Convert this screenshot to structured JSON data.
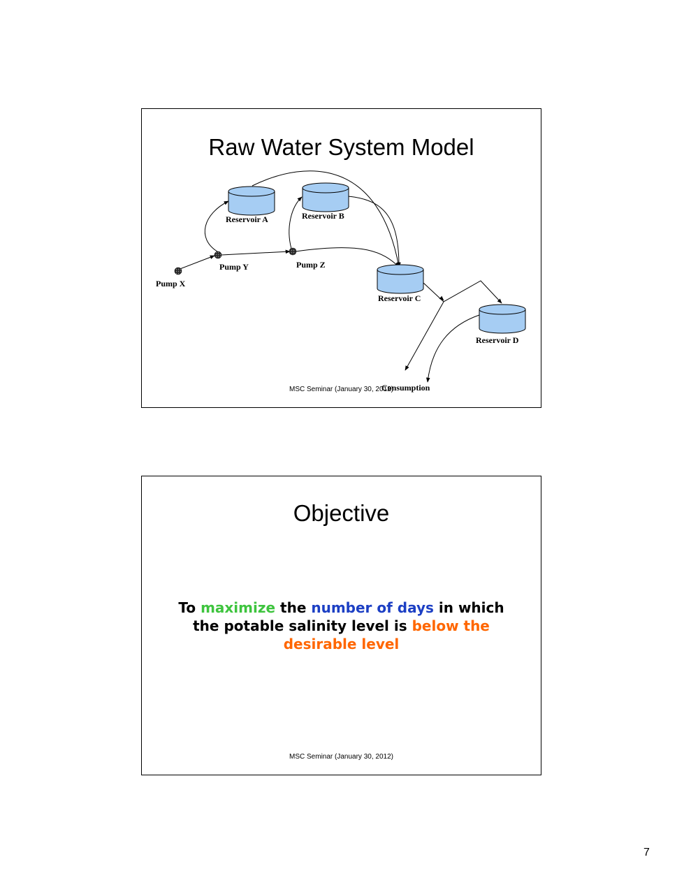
{
  "slide1": {
    "title": "Raw Water System Model",
    "footer": "MSC Seminar (January 30, 2012)",
    "diagram": {
      "pumps": [
        "Pump X",
        "Pump Y",
        "Pump Z"
      ],
      "reservoirs": [
        "Reservoir A",
        "Reservoir B",
        "Reservoir C",
        "Reservoir D"
      ],
      "sink": "Consumption",
      "colors": {
        "reservoir_fill": "#a6cdf3",
        "pump_fill": "#444444",
        "line": "#000000"
      }
    }
  },
  "slide2": {
    "title": "Objective",
    "footer": "MSC Seminar (January 30, 2012)",
    "objective": {
      "p1": "To ",
      "p2": "maximize",
      "p3": " the ",
      "p4": "number of days",
      "p5": " in which the potable salinity level is ",
      "p6": "below the desirable level"
    },
    "colors": {
      "green": "#3ec43e",
      "blue": "#1c3fc4",
      "orange": "#ff6600"
    }
  },
  "page_number": "7"
}
